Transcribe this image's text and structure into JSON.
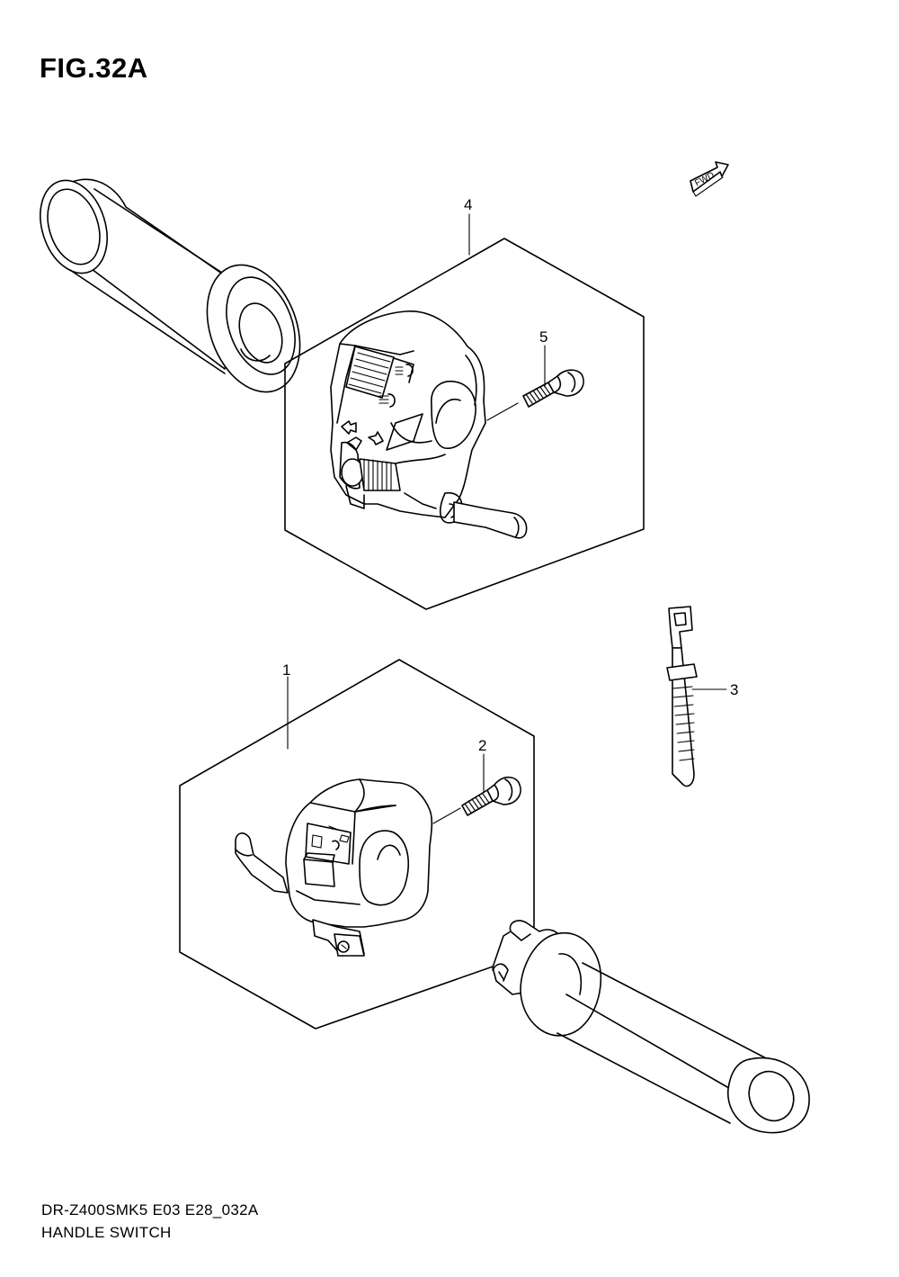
{
  "figure": {
    "title": "FIG.32A",
    "model_code": "DR-Z400SMK5 E03 E28_032A",
    "section_name": "HANDLE SWITCH"
  },
  "fwd_marker": {
    "label": "FWD"
  },
  "callouts": [
    {
      "id": "1",
      "label": "1"
    },
    {
      "id": "2",
      "label": "2"
    },
    {
      "id": "3",
      "label": "3"
    },
    {
      "id": "4",
      "label": "4"
    },
    {
      "id": "5",
      "label": "5"
    }
  ],
  "colors": {
    "line": "#000000",
    "background": "#ffffff"
  }
}
